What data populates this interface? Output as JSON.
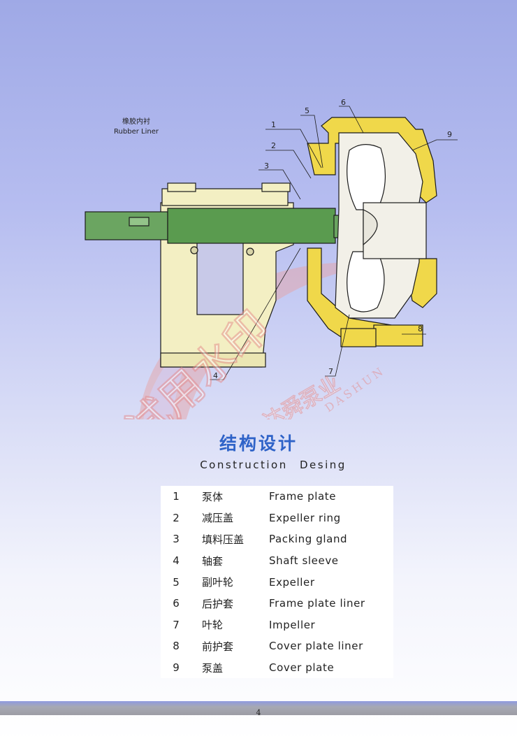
{
  "diagram": {
    "liner_label_cn": "橡胶内衬",
    "liner_label_en": "Rubber Liner",
    "callouts": [
      "1",
      "2",
      "3",
      "4",
      "5",
      "6",
      "7",
      "8",
      "9"
    ],
    "colors": {
      "frame": "#f3efc3",
      "shaft": "#5a9b4f",
      "casing": "#f0d84a",
      "liner": "#f2f0e8",
      "outline": "#1b1b1b"
    }
  },
  "title": {
    "cn": "结构设计",
    "en": "Construction Desing"
  },
  "parts": [
    {
      "num": "1",
      "cn": "泵体",
      "en": "Frame plate"
    },
    {
      "num": "2",
      "cn": "减压盖",
      "en": "Expeller ring"
    },
    {
      "num": "3",
      "cn": "填料压盖",
      "en": "Packing gland"
    },
    {
      "num": "4",
      "cn": "轴套",
      "en": "Shaft sleeve"
    },
    {
      "num": "5",
      "cn": "副叶轮",
      "en": "Expeller"
    },
    {
      "num": "6",
      "cn": "后护套",
      "en": "Frame plate liner"
    },
    {
      "num": "7",
      "cn": "叶轮",
      "en": "Impeller"
    },
    {
      "num": "8",
      "cn": "前护套",
      "en": "Cover plate liner"
    },
    {
      "num": "9",
      "cn": "泵盖",
      "en": "Cover plate"
    }
  ],
  "watermark": {
    "cn": "试用水印",
    "cn_small": "达舜泵业",
    "en": "DASHUN",
    "color": "#e58a8a"
  },
  "footer": {
    "page_number": "4"
  }
}
